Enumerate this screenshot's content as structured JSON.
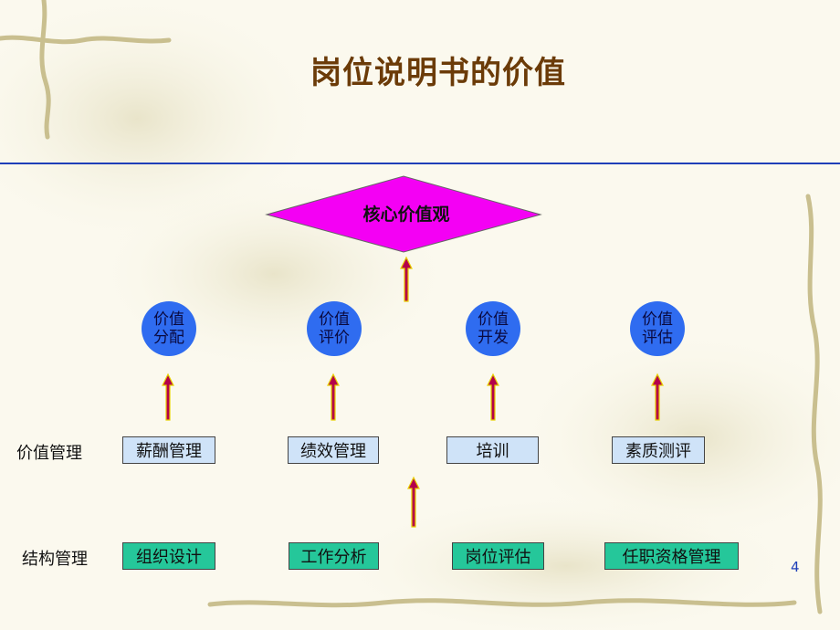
{
  "slide": {
    "title": "岗位说明书的价值",
    "page_number": "4"
  },
  "diagram": {
    "top": "核心价值观",
    "circles": [
      {
        "line1": "价值",
        "line2": "分配"
      },
      {
        "line1": "价值",
        "line2": "评价"
      },
      {
        "line1": "价值",
        "line2": "开发"
      },
      {
        "line1": "价值",
        "line2": "评估"
      }
    ],
    "value_row": {
      "label": "价值管理",
      "boxes": [
        "薪酬管理",
        "绩效管理",
        "培训",
        "素质测评"
      ]
    },
    "structure_row": {
      "label": "结构管理",
      "boxes": [
        "组织设计",
        "工作分析",
        "岗位评估",
        "任职资格管理"
      ]
    }
  },
  "colors": {
    "title": "#6b3b08",
    "rule": "#1f3fb8",
    "diamond": "#f400f4",
    "circle": "#2f6cf0",
    "value_box": "#cfe3f8",
    "structure_box": "#25c79a",
    "arrow": "#b4004a",
    "arrow_border": "#e8d000"
  }
}
